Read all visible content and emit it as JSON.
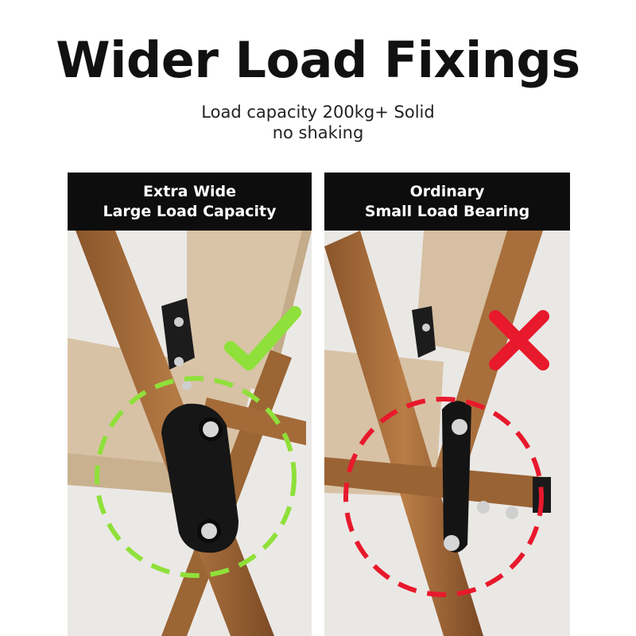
{
  "headline": "Wider Load Fixings",
  "subline": {
    "line1": "Load capacity 200kg+ Solid",
    "line2": "no shaking"
  },
  "colors": {
    "good": "#8fe03a",
    "bad": "#e8192c",
    "header_bg": "#0d0d0d",
    "wood": "#a8703e",
    "fabric": "#d9c4a8"
  },
  "panels": [
    {
      "status_icon": "check-icon",
      "header_line1": "Extra Wide",
      "header_line2": "Large Load Capacity"
    },
    {
      "status_icon": "cross-icon",
      "header_line1": "Ordinary",
      "header_line2": "Small Load Bearing"
    }
  ]
}
